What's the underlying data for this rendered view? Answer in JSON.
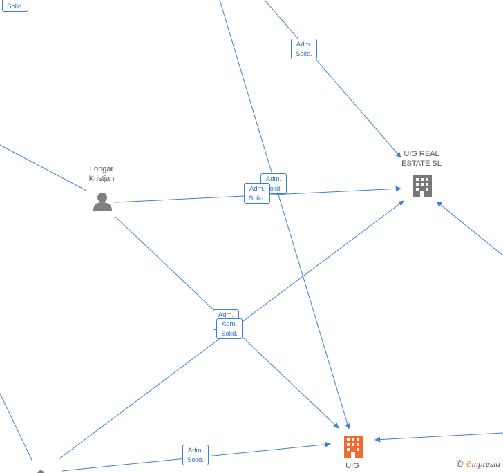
{
  "nodes": {
    "person_longar": {
      "label_line1": "Longar",
      "label_line2": "Kristjan",
      "icon": "person-icon"
    },
    "company_uig_real_estate": {
      "label_line1": "UIG REAL",
      "label_line2": "ESTATE  SL",
      "icon": "building-icon",
      "color": "#777777"
    },
    "company_uig": {
      "label": "UIG",
      "icon": "building-icon",
      "color": "#f26a2e"
    }
  },
  "edge_label": {
    "line1": "Adm.",
    "line2": "Solid."
  },
  "edge_color": "#3a7fd5",
  "watermark": {
    "copyright": "©",
    "brand_initial": "e",
    "brand_rest": "mpresia"
  }
}
